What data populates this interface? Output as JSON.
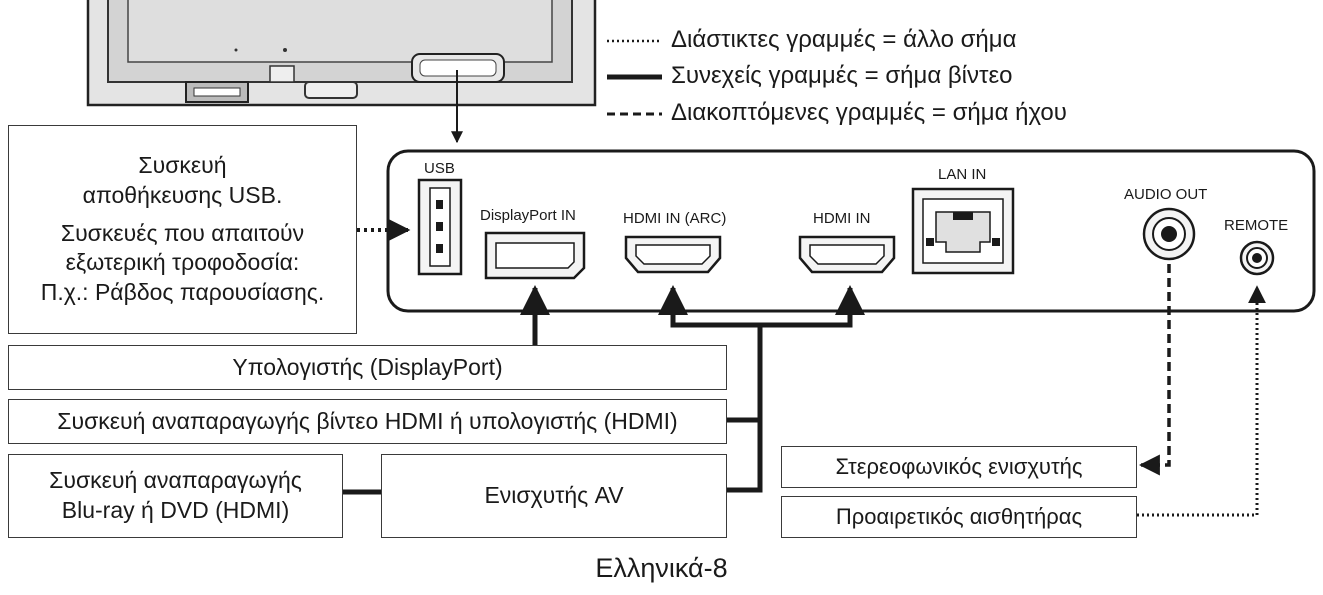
{
  "legend": {
    "dotted": "Διάστικτες γραμμές = άλλο σήμα",
    "solid": "Συνεχείς γραμμές = σήμα βίντεο",
    "dashed": "Διακοπτόμενες γραμμές = σήμα ήχου"
  },
  "ports": {
    "usb": "USB",
    "displayport": "DisplayPort IN",
    "hdmi_arc": "HDMI IN (ARC)",
    "hdmi": "HDMI IN",
    "lan": "LAN IN",
    "audio_out": "AUDIO OUT",
    "remote": "REMOTE"
  },
  "devices": {
    "usb_storage_line1": "Συσκευή",
    "usb_storage_line2": "αποθήκευσης USB.",
    "usb_power_line1": "Συσκευές που απαιτούν",
    "usb_power_line2": "εξωτερική τροφοδοσία:",
    "usb_power_line3": "Π.χ.: Ράβδος παρουσίασης.",
    "pc_displayport": "Υπολογιστής (DisplayPort)",
    "hdmi_player": "Συσκευή αναπαραγωγής βίντεο HDMI ή υπολογιστής (HDMI)",
    "bluray_line1": "Συσκευή αναπαραγωγής",
    "bluray_line2": "Blu-ray ή DVD (HDMI)",
    "av_amp": "Ενισχυτής AV",
    "stereo_amp": "Στερεοφωνικός ενισχυτής",
    "sensor": "Προαιρετικός αισθητήρας"
  },
  "footer": "Ελληνικά-8",
  "colors": {
    "ink": "#1a1a1a",
    "panel": "#dcdcdc",
    "port_fill": "#f4f4f4"
  }
}
